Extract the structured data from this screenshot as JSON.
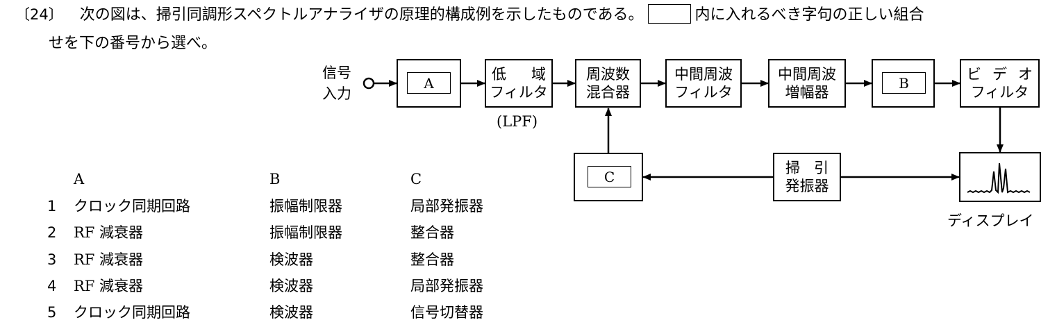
{
  "question": {
    "number": "〔24〕",
    "text_before": "次の図は、掃引同調形スペクトルアナライザの原理的構成例を示したものである。",
    "text_after": "内に入れるべき字句の正しい組合",
    "line2": "せを下の番号から選べ。"
  },
  "diagram": {
    "input_label_1": "信号",
    "input_label_2": "入力",
    "box_a": "A",
    "lpf_1a": "低",
    "lpf_1b": "域",
    "lpf_2": "フィルタ",
    "lpf_note": "(LPF)",
    "mixer_1": "周波数",
    "mixer_2": "混合器",
    "if_filter_1": "中間周波",
    "if_filter_2": "フィルタ",
    "if_amp_1": "中間周波",
    "if_amp_2": "増幅器",
    "box_b": "B",
    "video_1a": "ビ",
    "video_1b": "デ",
    "video_1c": "オ",
    "video_2": "フィルタ",
    "box_c": "C",
    "sweep_1a": "掃",
    "sweep_1b": "引",
    "sweep_2": "発振器",
    "display_label": "ディスプレイ"
  },
  "choices": {
    "headers": [
      "A",
      "B",
      "C"
    ],
    "rows": [
      {
        "num": "1",
        "a": "クロック同期回路",
        "b": "振幅制限器",
        "c": "局部発振器"
      },
      {
        "num": "2",
        "a": "RF 減衰器",
        "b": "振幅制限器",
        "c": "整合器"
      },
      {
        "num": "3",
        "a": "RF 減衰器",
        "b": "検波器",
        "c": "整合器"
      },
      {
        "num": "4",
        "a": "RF 減衰器",
        "b": "検波器",
        "c": "局部発振器"
      },
      {
        "num": "5",
        "a": "クロック同期回路",
        "b": "検波器",
        "c": "信号切替器"
      }
    ]
  }
}
